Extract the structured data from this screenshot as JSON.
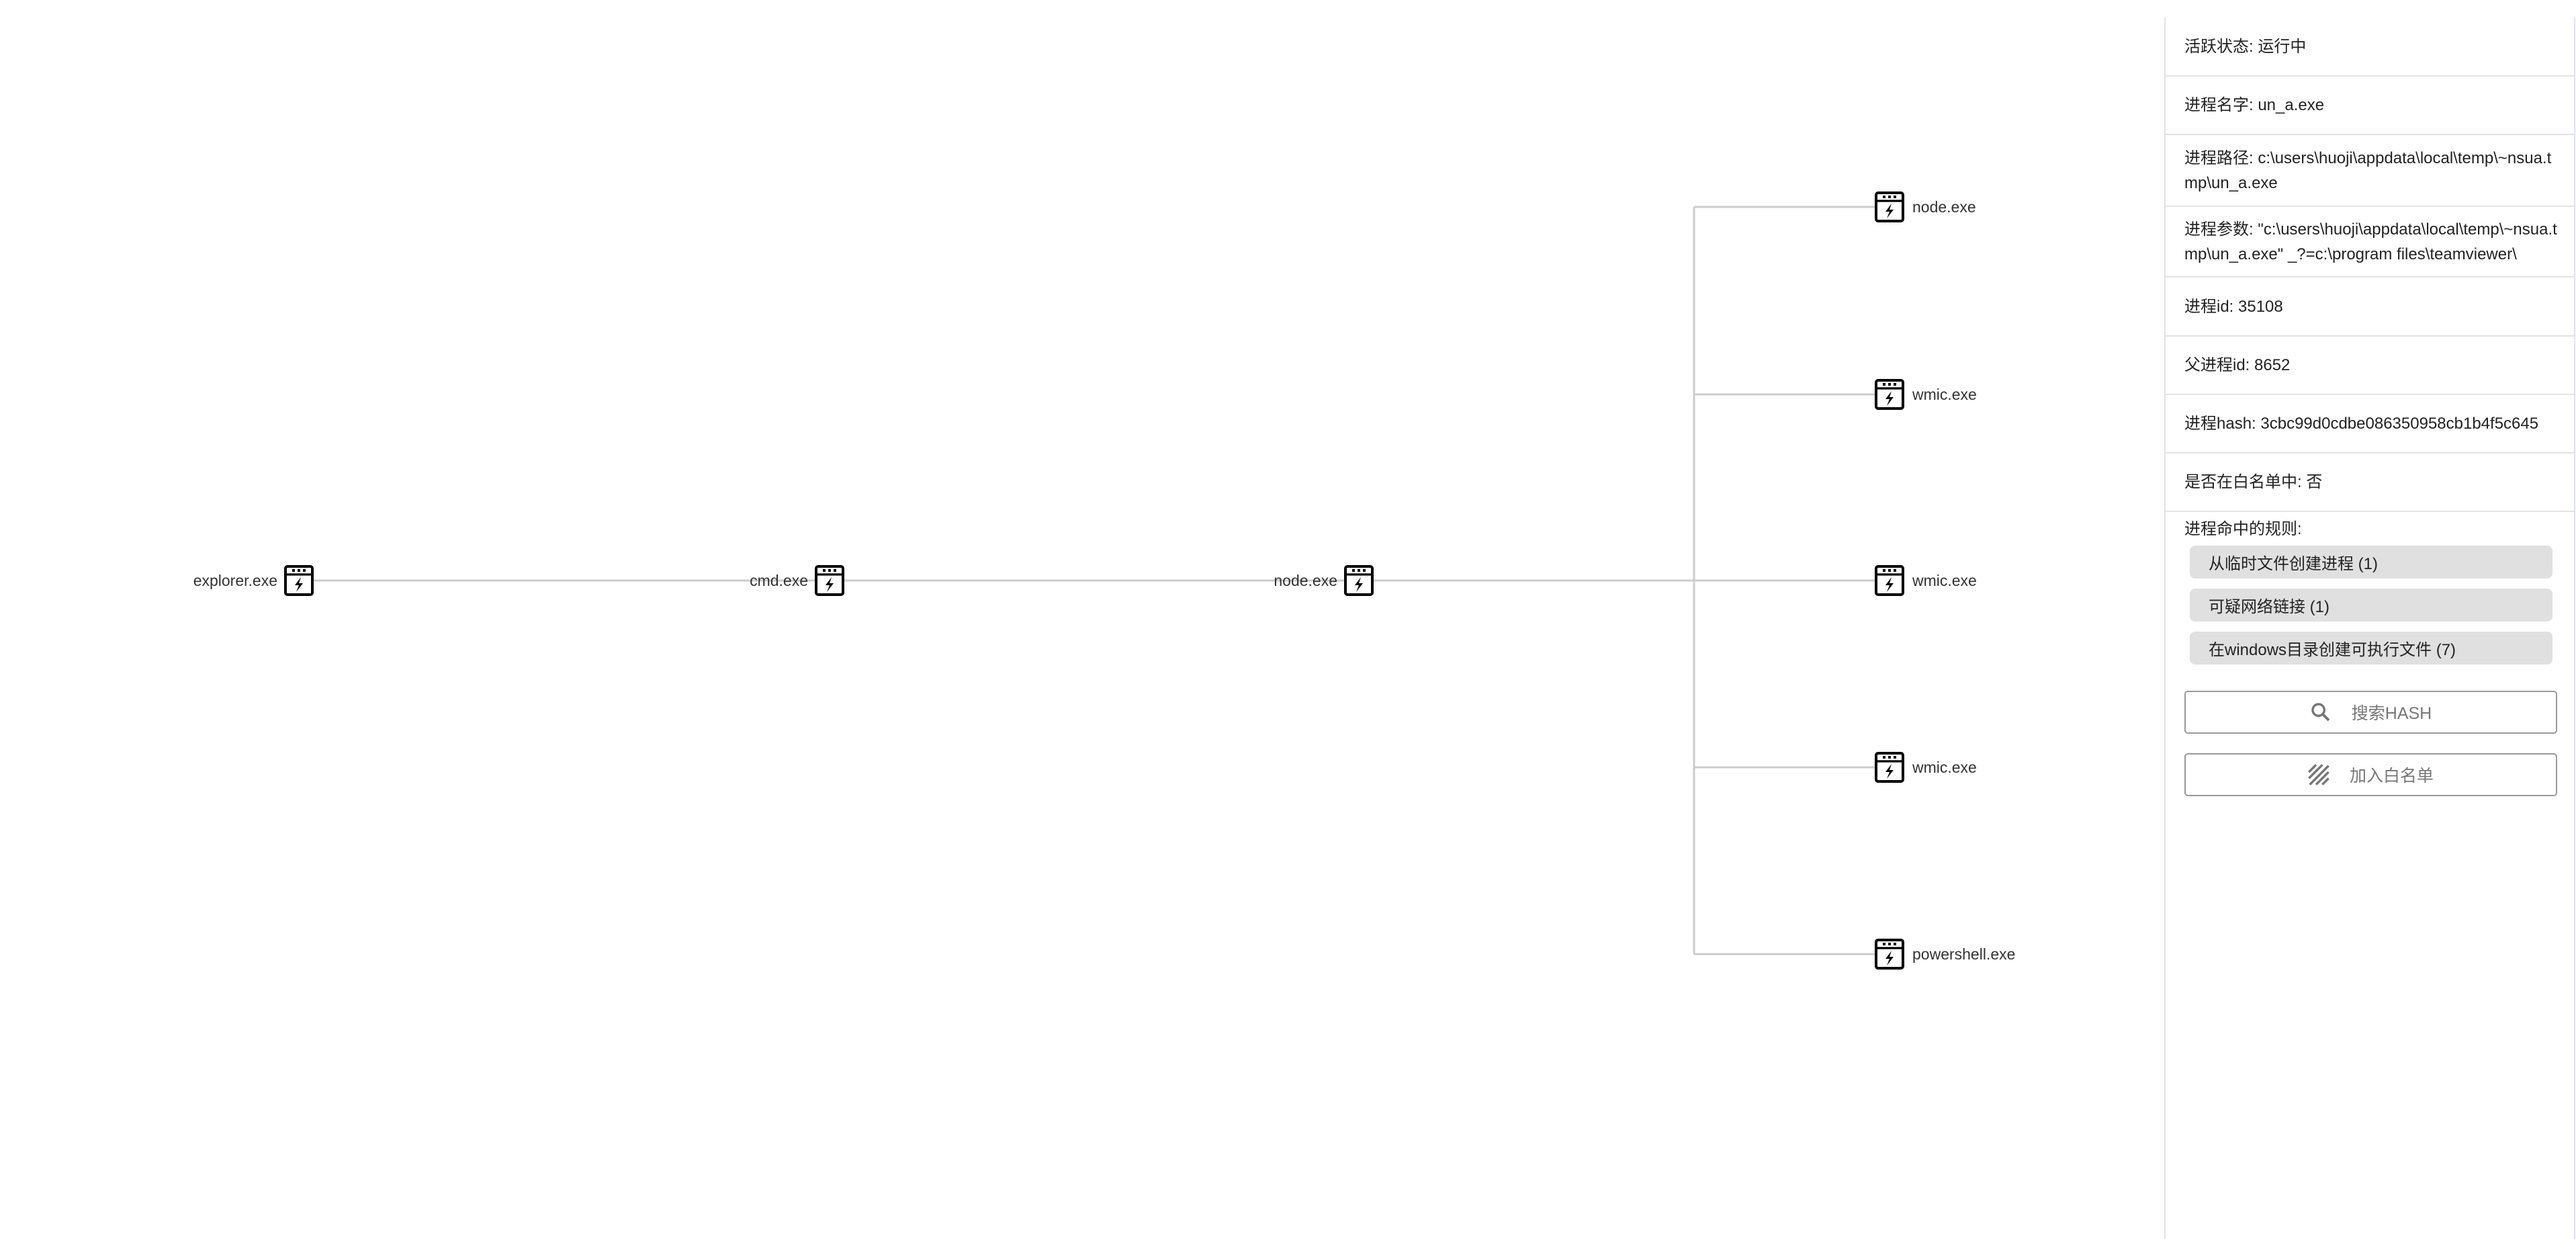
{
  "tree": {
    "root": {
      "name": "explorer.exe",
      "icon": "process-icon"
    },
    "level1": {
      "name": "cmd.exe",
      "icon": "process-icon"
    },
    "level2": {
      "name": "node.exe",
      "icon": "process-icon"
    },
    "children": [
      {
        "name": "node.exe",
        "icon": "process-icon"
      },
      {
        "name": "wmic.exe",
        "icon": "process-icon"
      },
      {
        "name": "wmic.exe",
        "icon": "process-icon"
      },
      {
        "name": "wmic.exe",
        "icon": "process-icon"
      },
      {
        "name": "powershell.exe",
        "icon": "process-icon"
      }
    ],
    "edge_color": "#cccccc"
  },
  "panel": {
    "status": "活跃状态: 运行中",
    "name": "进程名字: un_a.exe",
    "path": "进程路径: c:\\users\\huoji\\appdata\\local\\temp\\~nsua.tmp\\un_a.exe",
    "args": "进程参数: \"c:\\users\\huoji\\appdata\\local\\temp\\~nsua.tmp\\un_a.exe\" _?=c:\\program files\\teamviewer\\",
    "pid": "进程id: 35108",
    "ppid": "父进程id: 8652",
    "hash": "进程hash: 3cbc99d0cdbe086350958cb1b4f5c645",
    "whitelisted": "是否在白名单中: 否",
    "rules_title": "进程命中的规则:",
    "rules": [
      "从临时文件创建进程 (1)",
      "可疑网络链接 (1)",
      "在windows目录创建可执行文件 (7)"
    ],
    "search_hash_button": "搜索HASH",
    "add_whitelist_button": "加入白名单"
  }
}
